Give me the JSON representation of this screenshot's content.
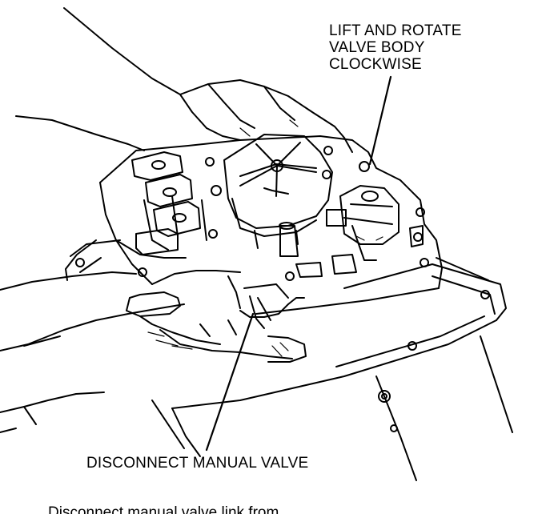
{
  "figure": {
    "callouts": {
      "lift_rotate": {
        "lines": [
          "LIFT AND ROTATE",
          "VALVE BODY",
          "CLOCKWISE"
        ]
      },
      "disconnect_manual": {
        "text": "DISCONNECT MANUAL VALVE"
      }
    },
    "bottom_cut_text": "Disconnect manual valve link from"
  }
}
